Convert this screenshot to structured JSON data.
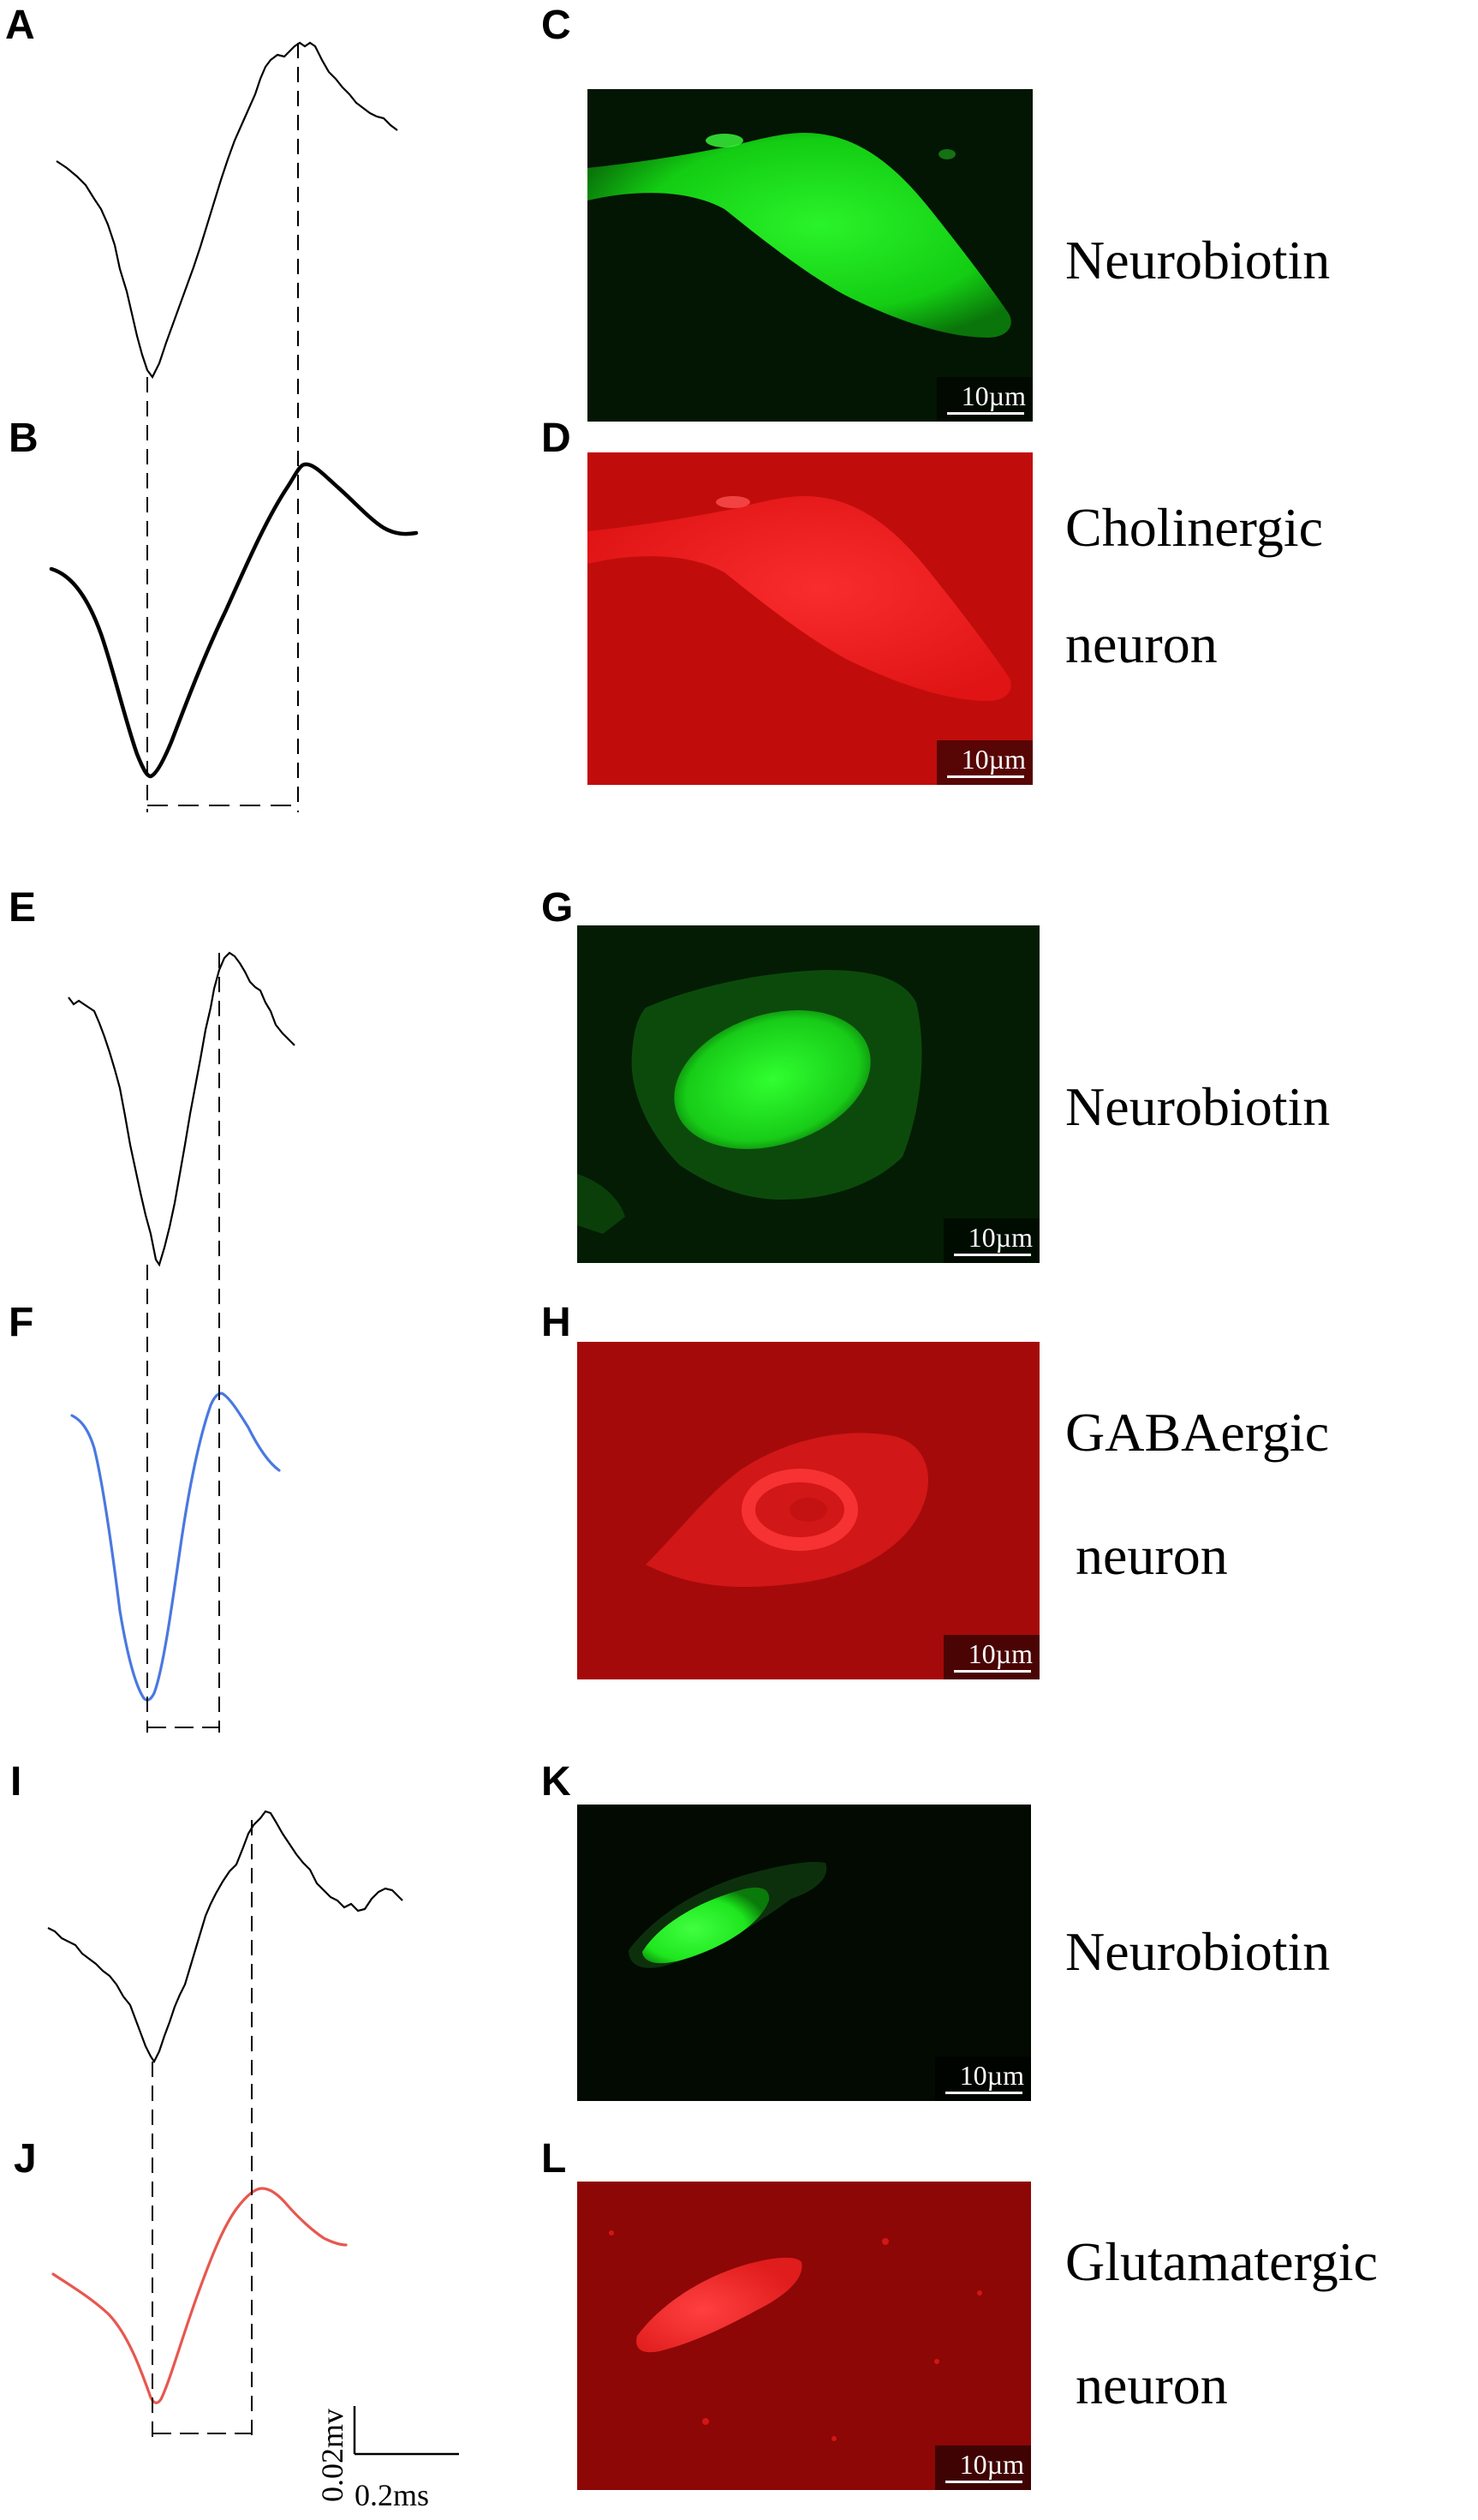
{
  "panels": {
    "A": "A",
    "B": "B",
    "C": "C",
    "D": "D",
    "E": "E",
    "F": "F",
    "G": "G",
    "H": "H",
    "I": "I",
    "J": "J",
    "K": "K",
    "L": "L"
  },
  "labels": {
    "neurobiotin_1": "Neurobiotin",
    "cholinergic_1": "Cholinergic",
    "cholinergic_2": "neuron",
    "neurobiotin_2": "Neurobiotin",
    "gabaergic_1": "GABAergic",
    "gabaergic_2": "neuron",
    "neurobiotin_3": "Neurobiotin",
    "glutamatergic_1": "Glutamatergic",
    "glutamatergic_2": "neuron"
  },
  "scale_bar_micro": "10µm",
  "scale_bar_trace": {
    "amplitude": "0.02mv",
    "time": "0.2ms"
  },
  "colors": {
    "trace_black": "#000000",
    "trace_blue": "#4a78e0",
    "trace_red": "#e8574f",
    "stain_green": "#22ff22",
    "stain_red": "#ff1a1a"
  }
}
